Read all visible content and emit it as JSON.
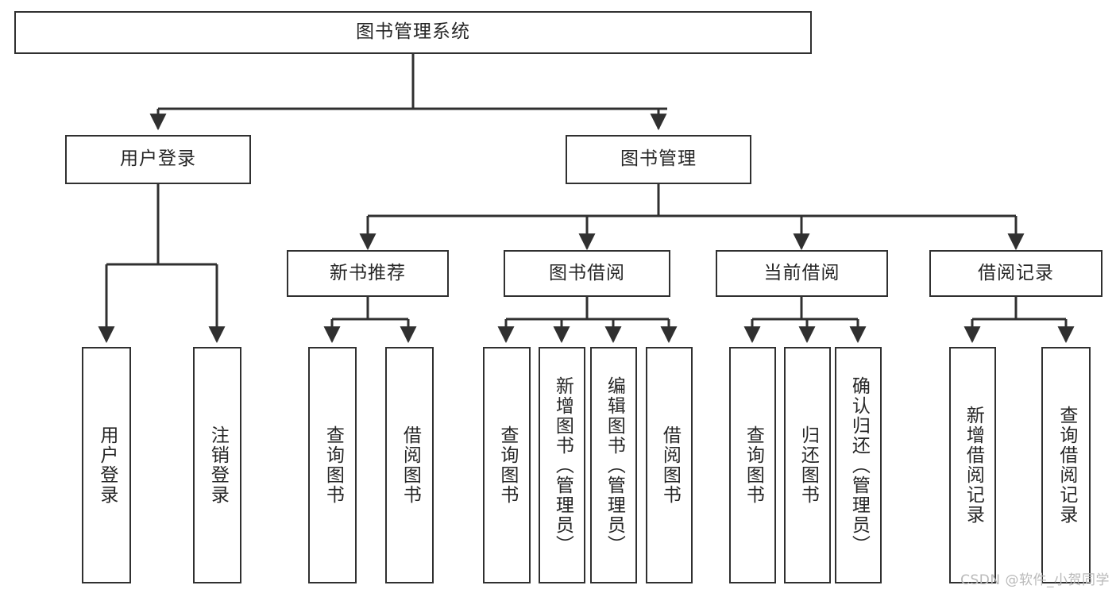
{
  "diagram": {
    "type": "tree-hierarchy-chart",
    "title": "图书管理系统",
    "watermark": "CSDN @软件_小贺同学",
    "colors": {
      "stroke": "#303030",
      "text": "#262626",
      "background": "#ffffff",
      "watermark": "#b9b9b9"
    },
    "levels": {
      "root": {
        "label": "图书管理系统"
      },
      "level2": [
        {
          "label": "用户登录"
        },
        {
          "label": "图书管理"
        }
      ],
      "level3": [
        {
          "label": "新书推荐"
        },
        {
          "label": "图书借阅"
        },
        {
          "label": "当前借阅"
        },
        {
          "label": "借阅记录"
        }
      ],
      "leaves": [
        {
          "label": "用户登录",
          "parent": "用户登录"
        },
        {
          "label": "注销登录",
          "parent": "用户登录"
        },
        {
          "label": "查询图书",
          "parent": "新书推荐"
        },
        {
          "label": "借阅图书",
          "parent": "新书推荐"
        },
        {
          "label": "查询图书",
          "parent": "图书借阅"
        },
        {
          "label": "新增图书（管理员）",
          "parent": "图书借阅"
        },
        {
          "label": "编辑图书（管理员）",
          "parent": "图书借阅"
        },
        {
          "label": "借阅图书",
          "parent": "图书借阅"
        },
        {
          "label": "查询图书",
          "parent": "当前借阅"
        },
        {
          "label": "归还图书",
          "parent": "当前借阅"
        },
        {
          "label": "确认归还（管理员）",
          "parent": "当前借阅"
        },
        {
          "label": "新增借阅记录",
          "parent": "借阅记录"
        },
        {
          "label": "查询借阅记录",
          "parent": "借阅记录"
        }
      ]
    }
  }
}
